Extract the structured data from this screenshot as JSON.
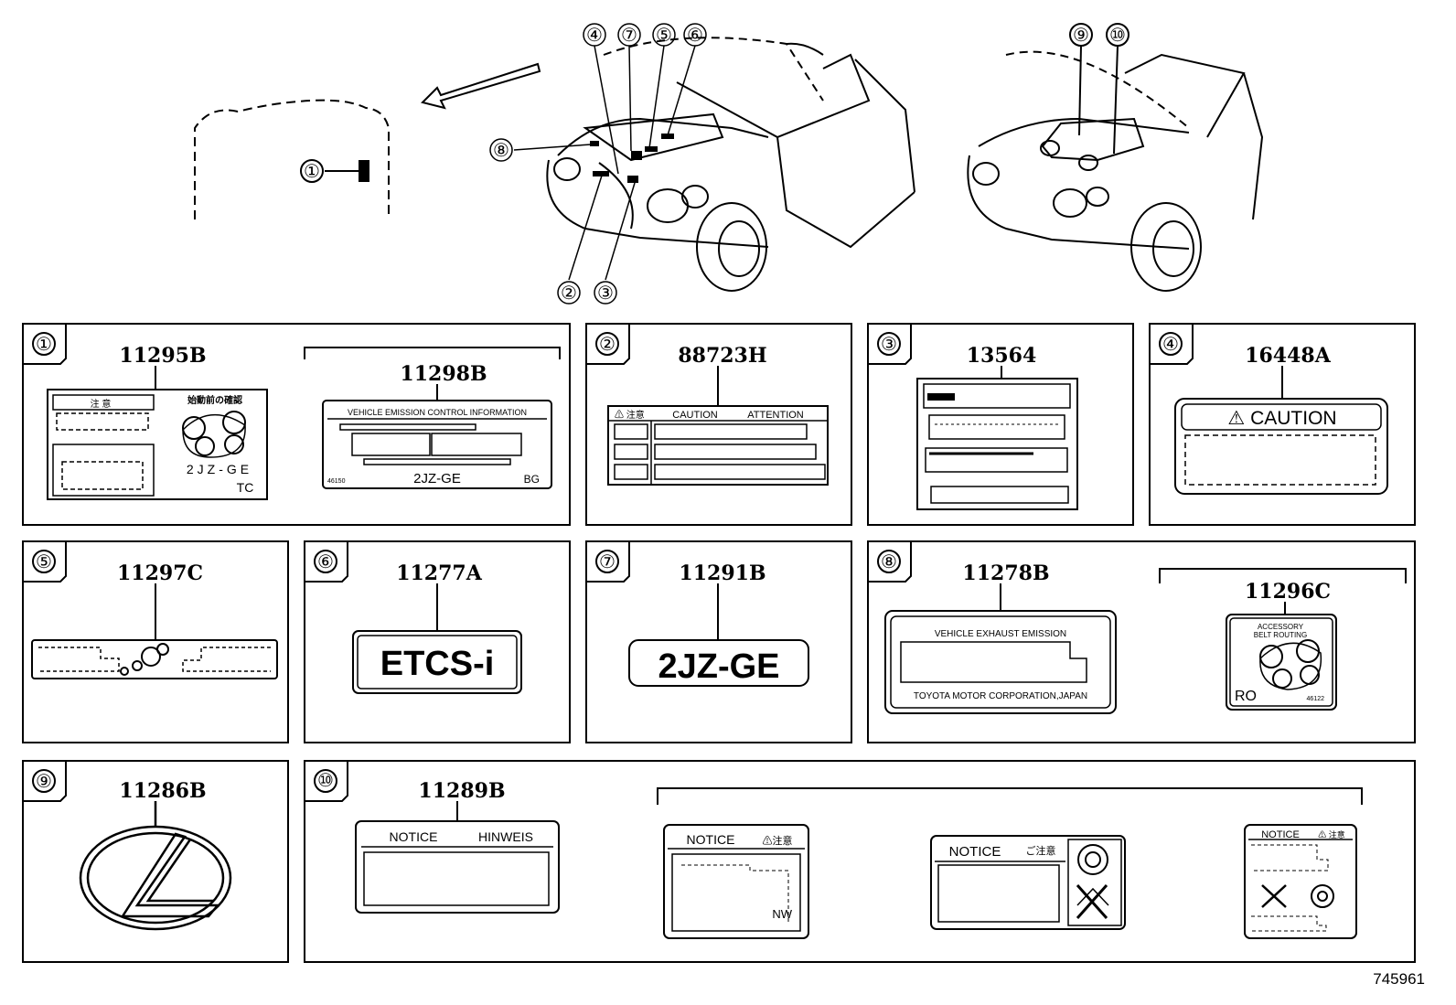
{
  "diagram_id": "745961",
  "overview": {
    "callouts": [
      "①",
      "②",
      "③",
      "④",
      "⑤",
      "⑥",
      "⑦",
      "⑧",
      "⑨",
      "⑩"
    ]
  },
  "panels": [
    {
      "index": "①",
      "parts": [
        "11295B",
        "11298B"
      ],
      "label_a": {
        "line1": "注 意",
        "line2": "始動前の確認",
        "line3": "2JZ-GE",
        "line4": "TC"
      },
      "label_b": {
        "header": "VEHICLE EMISSION CONTROL INFORMATION",
        "model": "2JZ-GE",
        "code": "BG",
        "small": "46150"
      }
    },
    {
      "index": "②",
      "parts": [
        "88723H"
      ],
      "label": {
        "header_sym": "⚠ 注意",
        "header_a": "CAUTION",
        "header_b": "ATTENTION"
      }
    },
    {
      "index": "③",
      "parts": [
        "13564"
      ]
    },
    {
      "index": "④",
      "parts": [
        "16448A"
      ],
      "label": {
        "header": "CAUTION"
      }
    },
    {
      "index": "⑤",
      "parts": [
        "11297C"
      ]
    },
    {
      "index": "⑥",
      "parts": [
        "11277A"
      ],
      "label": {
        "text": "ETCS-i"
      }
    },
    {
      "index": "⑦",
      "parts": [
        "11291B"
      ],
      "label": {
        "text": "2JZ-GE"
      }
    },
    {
      "index": "⑧",
      "parts": [
        "11278B",
        "11296C"
      ],
      "label_a": {
        "header": "VEHICLE EXHAUST EMISSION",
        "footer": "TOYOTA MOTOR CORPORATION,JAPAN"
      },
      "label_b": {
        "line1": "ACCESSORY",
        "line2": "BELT ROUTING",
        "code": "RO",
        "small": "46122"
      }
    },
    {
      "index": "⑨",
      "parts": [
        "11286B"
      ]
    },
    {
      "index": "⑩",
      "parts": [
        "11289B"
      ],
      "label_a": {
        "header_a": "NOTICE",
        "header_b": "HINWEIS"
      },
      "label_b": {
        "header": "NOTICE",
        "sym": "⚠注意",
        "code": "NW"
      },
      "label_c": {
        "header": "NOTICE",
        "sym": "ご注意"
      },
      "label_d": {
        "header": "NOTICE",
        "sym": "⚠ 注意"
      }
    }
  ]
}
